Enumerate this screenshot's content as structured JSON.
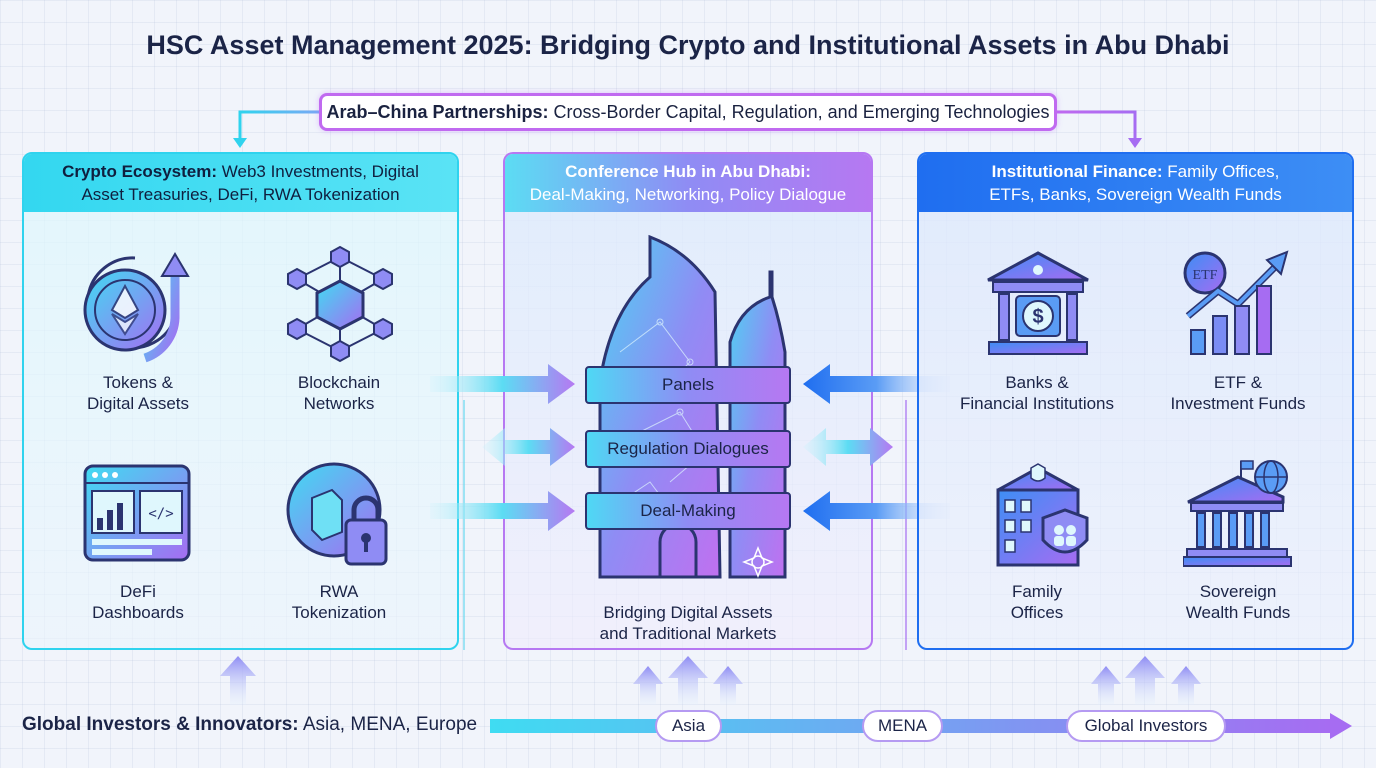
{
  "title": "HSC Asset Management 2025: Bridging Crypto and Institutional Assets in Abu Dhabi",
  "top_banner": {
    "bold": "Arab–China Partnerships:",
    "text": "Cross-Border Capital, Regulation, and Emerging Technologies"
  },
  "crypto_panel": {
    "head_bold": "Crypto Ecosystem:",
    "head_line1": "Web3 Investments, Digital",
    "head_line2": "Asset Treasuries, DeFi, RWA Tokenization",
    "items": [
      {
        "l1": "Tokens &",
        "l2": "Digital Assets",
        "icon": "ethereum-token-icon"
      },
      {
        "l1": "Blockchain",
        "l2": "Networks",
        "icon": "blockchain-network-icon"
      },
      {
        "l1": "DeFi",
        "l2": "Dashboards",
        "icon": "dashboard-icon"
      },
      {
        "l1": "RWA",
        "l2": "Tokenization",
        "icon": "lock-token-icon"
      }
    ]
  },
  "hub_panel": {
    "head_bold": "Conference Hub in Abu Dhabi:",
    "head_line2": "Deal-Making, Networking, Policy Dialogue",
    "bands": [
      "Panels",
      "Regulation Dialogues",
      "Deal-Making"
    ],
    "caption_l1": "Bridging Digital Assets",
    "caption_l2": "and Traditional Markets"
  },
  "institutional_panel": {
    "head_bold": "Institutional Finance:",
    "head_line1": "Family Offices,",
    "head_line2": "ETFs, Banks, Sovereign Wealth Funds",
    "items": [
      {
        "l1": "Banks &",
        "l2": "Financial Institutions",
        "icon": "bank-icon"
      },
      {
        "l1": "ETF &",
        "l2": "Investment Funds",
        "icon": "etf-chart-icon"
      },
      {
        "l1": "Family",
        "l2": "Offices",
        "icon": "family-office-icon"
      },
      {
        "l1": "Sovereign",
        "l2": "Wealth Funds",
        "icon": "sovereign-building-icon"
      }
    ]
  },
  "bottom": {
    "bold": "Global Investors & Innovators:",
    "text": "Asia, MENA, Europe",
    "pills": [
      "Asia",
      "MENA",
      "Global Investors"
    ]
  },
  "colors": {
    "cyan": "#2fd3ee",
    "violet": "#a66cf2",
    "blue": "#1f6ef0",
    "navy": "#1b2447"
  }
}
